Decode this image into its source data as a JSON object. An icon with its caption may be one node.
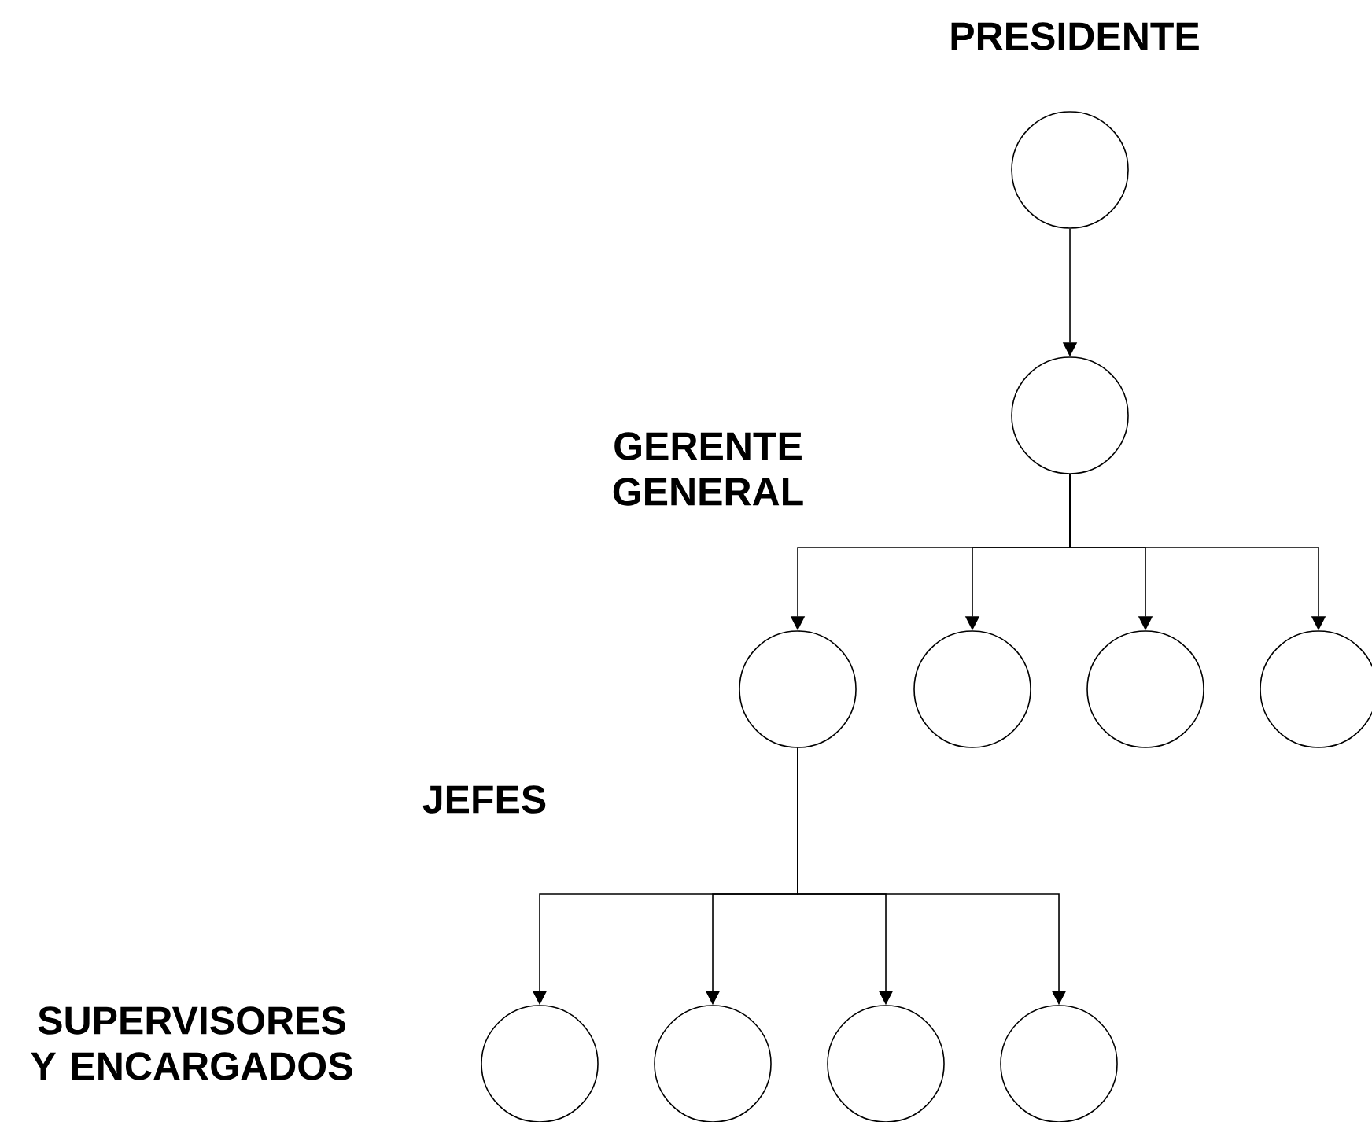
{
  "diagram": {
    "nodes": [
      {
        "text": [],
        "shape": "circle",
        "beside": [
          "PRESIDENTE"
        ]
      },
      {
        "text": [],
        "shape": "circle"
      },
      {
        "text": [],
        "shape": "circle"
      },
      {
        "text": [],
        "shape": "circle"
      },
      {
        "text": [],
        "shape": "circle"
      },
      {
        "text": [],
        "shape": "circle"
      },
      {
        "text": [],
        "shape": "circle"
      },
      {
        "text": [],
        "shape": "circle"
      },
      {
        "text": [],
        "shape": "circle"
      },
      {
        "text": [],
        "shape": "circle"
      }
    ],
    "edges": [
      {
        "from": 0,
        "to": 1,
        "arrow": "to"
      },
      {
        "from": 1,
        "to": 2,
        "arrow": "to"
      },
      {
        "from": 1,
        "to": 3,
        "arrow": "to"
      },
      {
        "from": 1,
        "to": 4,
        "arrow": "to"
      },
      {
        "from": 1,
        "to": 5,
        "arrow": "to"
      },
      {
        "from": 2,
        "to": 6,
        "arrow": "to"
      },
      {
        "from": 2,
        "to": 7,
        "arrow": "to"
      },
      {
        "from": 2,
        "to": 8,
        "arrow": "to"
      },
      {
        "from": 2,
        "to": 9,
        "arrow": "to"
      }
    ],
    "labels": [
      "GERENTE GENERAL",
      "JEFES",
      "SUPERVISORES Y ENCARGADOS"
    ]
  }
}
